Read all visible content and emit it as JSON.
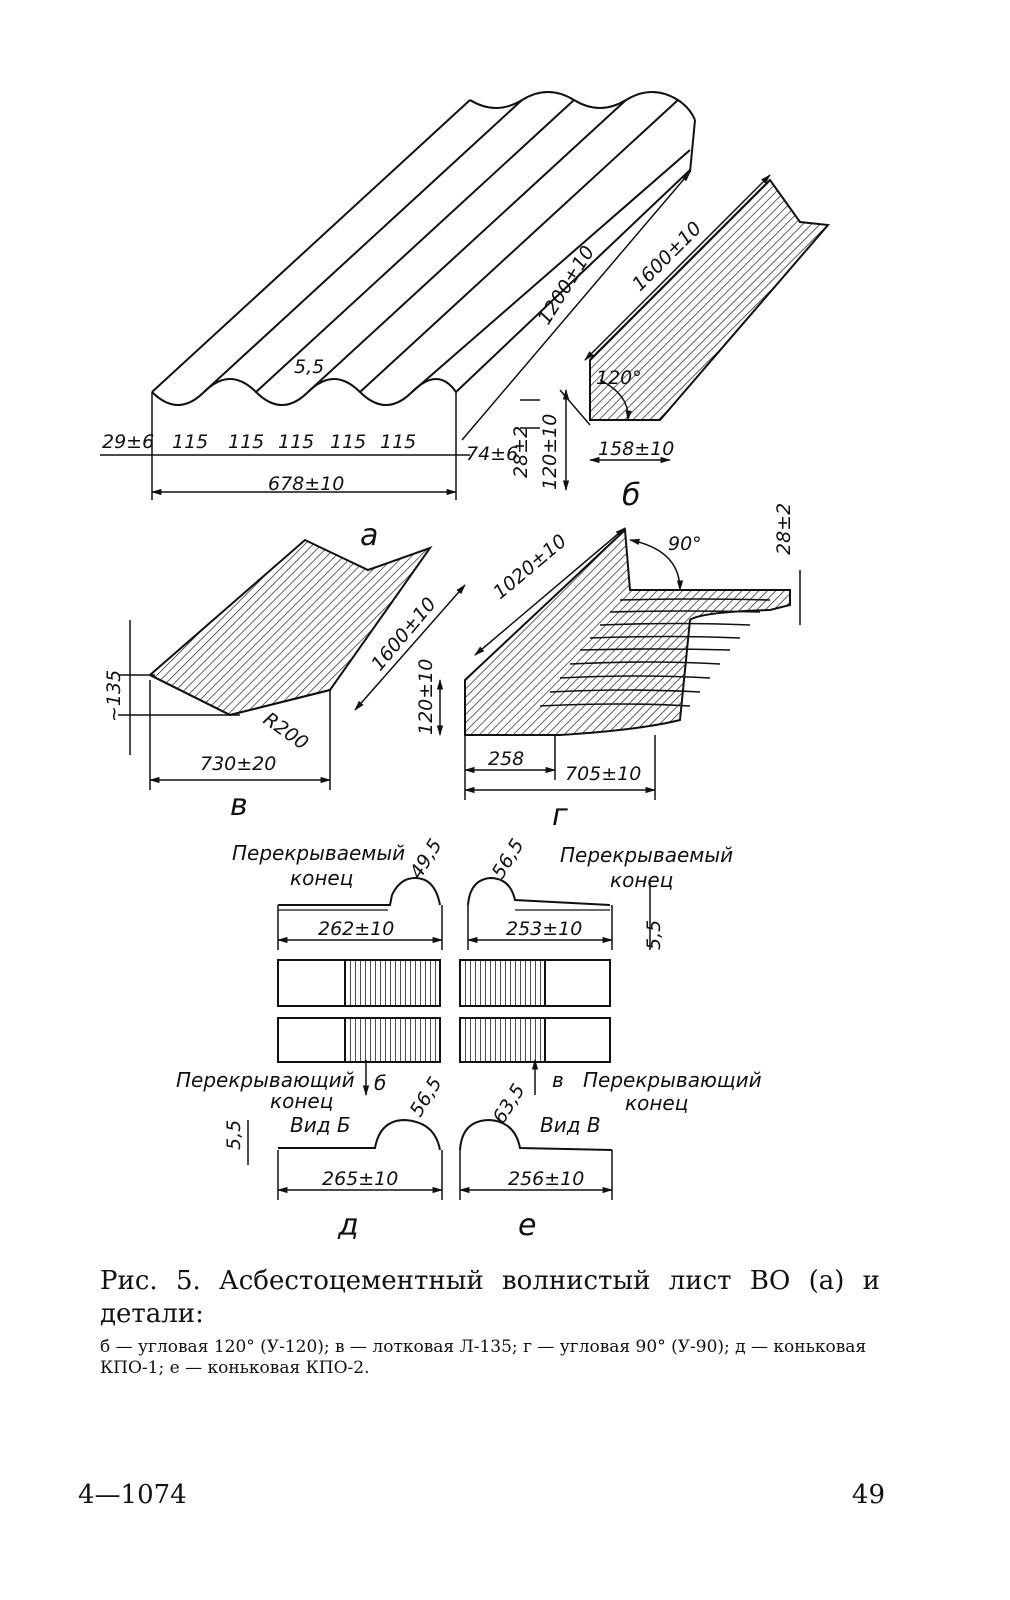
{
  "figure": {
    "parts": {
      "a": {
        "label": "а",
        "dims": {
          "length": "1200±10",
          "thickness": "5,5",
          "left_edge": "29±6",
          "pitch": [
            "115",
            "115",
            "115",
            "115",
            "115"
          ],
          "right_edge": "74±6",
          "wave_height": "28±2",
          "width": "678±10"
        }
      },
      "b": {
        "label": "б",
        "dims": {
          "length": "1600±10",
          "angle": "120°",
          "height": "120±10",
          "flange": "158±10"
        }
      },
      "v": {
        "label": "в",
        "dims": {
          "length": "1600±10",
          "depth": "~135",
          "radius": "R200",
          "width": "730±20"
        }
      },
      "g": {
        "label": "г",
        "dims": {
          "length": "1020±10",
          "angle": "90°",
          "wave_height": "28±2",
          "height": "120±10",
          "flange": "258",
          "width": "705±10"
        }
      },
      "d": {
        "label": "д",
        "top_note_line1": "Перекрываемый",
        "top_note_line2": "конец",
        "top_radius": "49,5",
        "top_width": "262±10",
        "bottom_note_line1": "Перекрывающий",
        "bottom_note_line2": "конец",
        "view_arrow": "б",
        "view_label": "Вид Б",
        "thickness": "5,5",
        "bottom_radius": "56,5",
        "bottom_width": "265±10"
      },
      "e": {
        "label": "е",
        "top_note_line1": "Перекрываемый",
        "top_note_line2": "конец",
        "top_radius": "56,5",
        "top_width": "253±10",
        "thickness": "5,5",
        "bottom_note_line1": "Перекрывающий",
        "bottom_note_line2": "конец",
        "view_arrow": "в",
        "view_label": "Вид В",
        "bottom_radius": "63,5",
        "bottom_width": "256±10"
      }
    }
  },
  "caption": {
    "title": "Рис. 5. Асбестоцементный волнистый лист ВО (а) и детали:",
    "details": "б — угловая 120° (У-120); в — лотковая Л-135; г — угловая 90° (У-90); д — коньковая КПО-1; е — коньковая КПО-2."
  },
  "footer": {
    "signature": "4—1074",
    "page_number": "49"
  }
}
